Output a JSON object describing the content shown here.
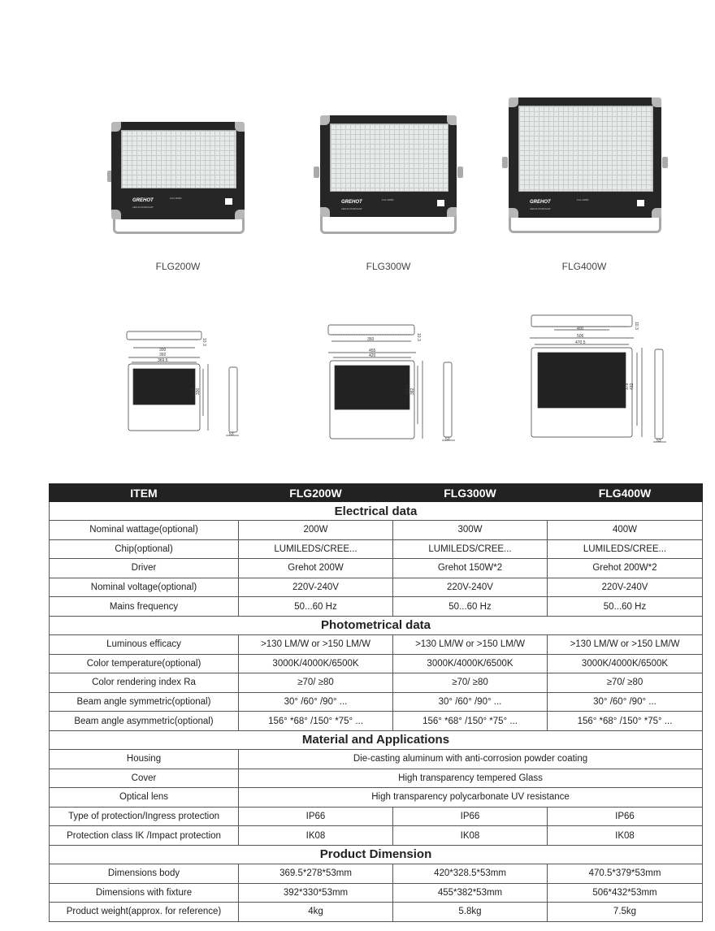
{
  "products": [
    {
      "caption": "FLG200W",
      "brand": "GREHOT",
      "sub": "LED FLOODLIGHT",
      "model": "FLG 200W"
    },
    {
      "caption": "FLG300W",
      "brand": "GREHOT",
      "sub": "LED FLOODLIGHT",
      "model": "FLG 300W"
    },
    {
      "caption": "FLG400W",
      "brand": "GREHOT",
      "sub": "LED FLOODLIGHT",
      "model": "FLG 400W"
    }
  ],
  "drawings": [
    {
      "top_width": "300",
      "top_depth": "10.3",
      "outer_w": "392",
      "inner_w": "369.5",
      "h_inner": "278",
      "h_outer": "330",
      "depth": "53"
    },
    {
      "top_width": "350",
      "top_depth": "10.3",
      "outer_w": "455",
      "inner_w": "420",
      "h_inner": "328.5",
      "h_outer": "382",
      "depth": "53"
    },
    {
      "top_width": "400",
      "top_depth": "10.3",
      "outer_w": "506",
      "inner_w": "470.5",
      "h_inner": "379",
      "h_outer": "432",
      "depth": "53"
    }
  ],
  "table": {
    "header": [
      "ITEM",
      "FLG200W",
      "FLG300W",
      "FLG400W"
    ],
    "sections": [
      {
        "title": "Electrical data",
        "rows": [
          {
            "label": "Nominal wattage(optional)",
            "cells": [
              "200W",
              "300W",
              "400W"
            ]
          },
          {
            "label": "Chip(optional)",
            "cells": [
              "LUMILEDS/CREE...",
              "LUMILEDS/CREE...",
              "LUMILEDS/CREE..."
            ]
          },
          {
            "label": "Driver",
            "cells": [
              "Grehot 200W",
              "Grehot 150W*2",
              "Grehot 200W*2"
            ]
          },
          {
            "label": "Nominal voltage(optional)",
            "cells": [
              "220V-240V",
              "220V-240V",
              "220V-240V"
            ]
          },
          {
            "label": "Mains frequency",
            "cells": [
              "50...60 Hz",
              "50...60 Hz",
              "50...60 Hz"
            ]
          }
        ]
      },
      {
        "title": "Photometrical data",
        "rows": [
          {
            "label": "Luminous efficacy",
            "cells": [
              ">130 LM/W or >150 LM/W",
              ">130 LM/W or >150 LM/W",
              ">130 LM/W or >150 LM/W"
            ]
          },
          {
            "label": "Color temperature(optional)",
            "cells": [
              "3000K/4000K/6500K",
              "3000K/4000K/6500K",
              "3000K/4000K/6500K"
            ]
          },
          {
            "label": "Color rendering index Ra",
            "cells": [
              "≥70/ ≥80",
              "≥70/ ≥80",
              "≥70/ ≥80"
            ]
          },
          {
            "label": "Beam angle symmetric(optional)",
            "cells": [
              "30° /60° /90° ...",
              "30° /60° /90° ...",
              "30° /60° /90° ..."
            ]
          },
          {
            "label": "Beam angle asymmetric(optional)",
            "cells": [
              "156° *68° /150° *75° ...",
              "156° *68° /150° *75° ...",
              "156° *68° /150° *75° ..."
            ]
          }
        ]
      },
      {
        "title": "Material and Applications",
        "rows": [
          {
            "label": "Housing",
            "span": "Die-casting aluminum with anti-corrosion powder coating"
          },
          {
            "label": "Cover",
            "span": "High transparency tempered Glass"
          },
          {
            "label": "Optical lens",
            "span": "High transparency polycarbonate UV resistance"
          },
          {
            "label": "Type of protection/Ingress protection",
            "cells": [
              "IP66",
              "IP66",
              "IP66"
            ]
          },
          {
            "label": "Protection class IK /Impact protection",
            "cells": [
              "IK08",
              "IK08",
              "IK08"
            ]
          }
        ]
      },
      {
        "title": "Product Dimension",
        "rows": [
          {
            "label": "Dimensions body",
            "cells": [
              "369.5*278*53mm",
              "420*328.5*53mm",
              "470.5*379*53mm"
            ]
          },
          {
            "label": "Dimensions with fixture",
            "cells": [
              "392*330*53mm",
              "455*382*53mm",
              "506*432*53mm"
            ]
          },
          {
            "label": "Product weight(approx. for reference)",
            "cells": [
              "4kg",
              "5.8kg",
              "7.5kg"
            ]
          }
        ]
      }
    ]
  }
}
